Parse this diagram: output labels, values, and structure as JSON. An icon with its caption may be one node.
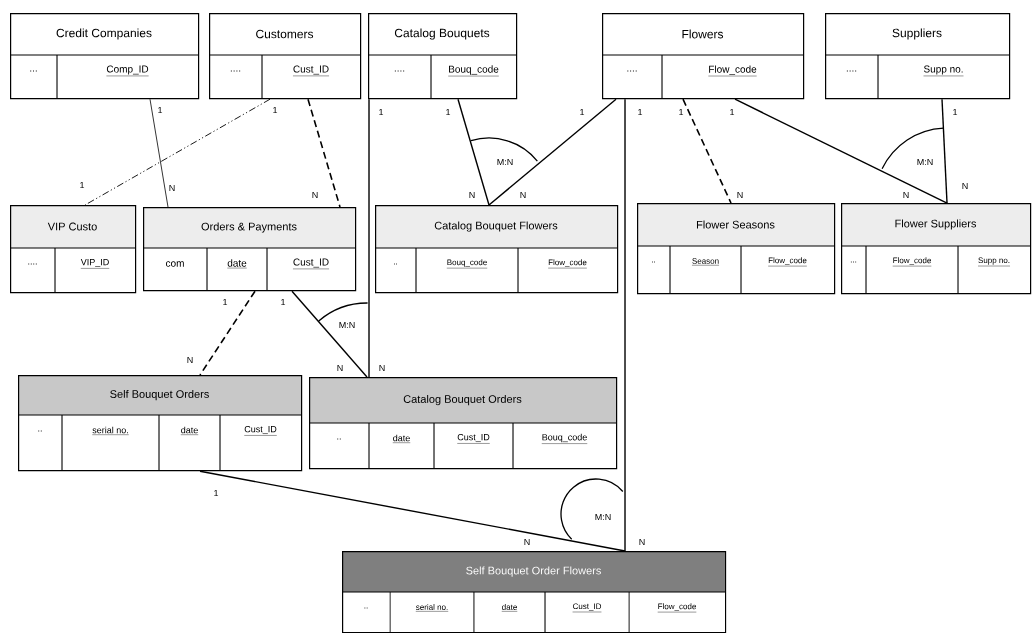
{
  "diagram": {
    "nodes": [
      {
        "text": [
          "Credit Companies",
          "...",
          "Comp_ID"
        ]
      },
      {
        "text": [
          "Customers",
          "....",
          "Cust_ID"
        ]
      },
      {
        "text": [
          "Catalog Bouquets",
          "....",
          "Bouq_code"
        ]
      },
      {
        "text": [
          "Flowers",
          "....",
          "Flow_code"
        ]
      },
      {
        "text": [
          "Suppliers",
          "....",
          "Supp no."
        ]
      },
      {
        "text": [
          "VIP Custo",
          "....",
          "VIP_ID"
        ]
      },
      {
        "text": [
          "Orders & Payments",
          "com",
          "date",
          "Cust_ID"
        ]
      },
      {
        "text": [
          "Catalog Bouquet Flowers",
          "..",
          "Bouq_code",
          "Flow_code"
        ]
      },
      {
        "text": [
          "Flower Seasons",
          "..",
          "Season",
          "Flow_code"
        ]
      },
      {
        "text": [
          "Flower Suppliers",
          "...",
          "Flow_code",
          "Supp no."
        ]
      },
      {
        "text": [
          "Self Bouquet Orders",
          "..",
          "serial no.",
          "date",
          "Cust_ID"
        ]
      },
      {
        "text": [
          "Catalog Bouquet Orders",
          "..",
          "date",
          "Cust_ID",
          "Bouq_code"
        ]
      },
      {
        "text": [
          "Self Bouquet Order Flowers",
          "..",
          "serial no.",
          "date",
          "Cust_ID",
          "Flow_code"
        ]
      }
    ],
    "edges": [
      {
        "from": 0,
        "to": 6,
        "arrow": "none"
      },
      {
        "from": 1,
        "to": 5,
        "arrow": "none",
        "style": "dashed"
      },
      {
        "from": 1,
        "to": 6,
        "arrow": "none",
        "style": "dashed"
      },
      {
        "from": 2,
        "to": 11,
        "arrow": "none"
      },
      {
        "from": 2,
        "to": 7,
        "arrow": "none"
      },
      {
        "from": 3,
        "to": 7,
        "arrow": "none"
      },
      {
        "from": 3,
        "to": 12,
        "arrow": "none"
      },
      {
        "from": 3,
        "to": 8,
        "arrow": "none",
        "style": "dashed"
      },
      {
        "from": 3,
        "to": 9,
        "arrow": "none"
      },
      {
        "from": 4,
        "to": 9,
        "arrow": "none"
      },
      {
        "from": 6,
        "to": 10,
        "arrow": "none",
        "style": "dashed"
      },
      {
        "from": 6,
        "to": 11,
        "arrow": "none"
      },
      {
        "from": 10,
        "to": 12,
        "arrow": "none"
      }
    ],
    "labels": [
      "1",
      "1",
      "1",
      "1",
      "1",
      "1",
      "1",
      "1",
      "1",
      "M:N",
      "M:N",
      "1",
      "N",
      "N",
      "N",
      "N",
      "N",
      "N",
      "N",
      "1",
      "1",
      "M:N",
      "N",
      "N",
      "N",
      "1",
      "M:N",
      "N",
      "N"
    ]
  }
}
